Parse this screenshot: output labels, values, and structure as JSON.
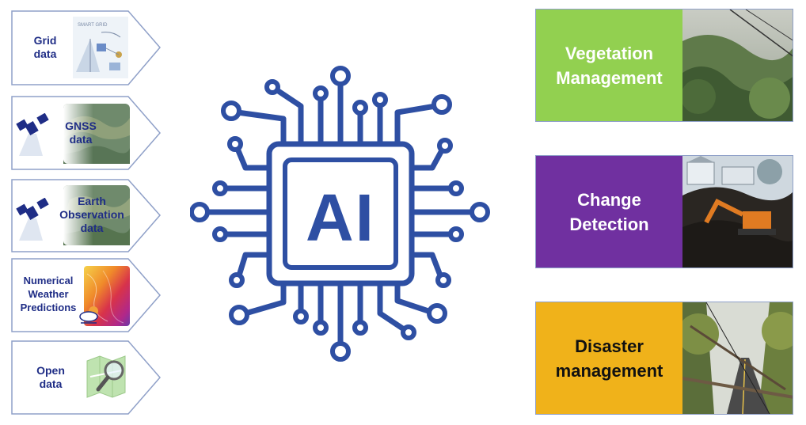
{
  "inputs": {
    "grid": {
      "label": "Grid\ndata",
      "thumb_text": "SMART GRID"
    },
    "gnss": {
      "label": "GNSS\ndata"
    },
    "eo": {
      "label": "Earth\nObservation\ndata"
    },
    "nwp": {
      "label": "Numerical\nWeather\nPredictions"
    },
    "open": {
      "label": "Open\ndata"
    }
  },
  "center": {
    "label": "AI"
  },
  "outputs": {
    "vegetation": {
      "label": "Vegetation\nManagement",
      "color": "#92d050",
      "text_color": "#ffffff"
    },
    "change": {
      "label": "Change\nDetection",
      "color": "#7030a0",
      "text_color": "#ffffff"
    },
    "disaster": {
      "label": "Disaster\nmanagement",
      "color": "#f0b21a",
      "text_color": "#111111"
    }
  },
  "colors": {
    "chip_blue": "#2e4fa3",
    "input_text": "#1f2d86",
    "pentagon_border": "#8fa0c8"
  }
}
